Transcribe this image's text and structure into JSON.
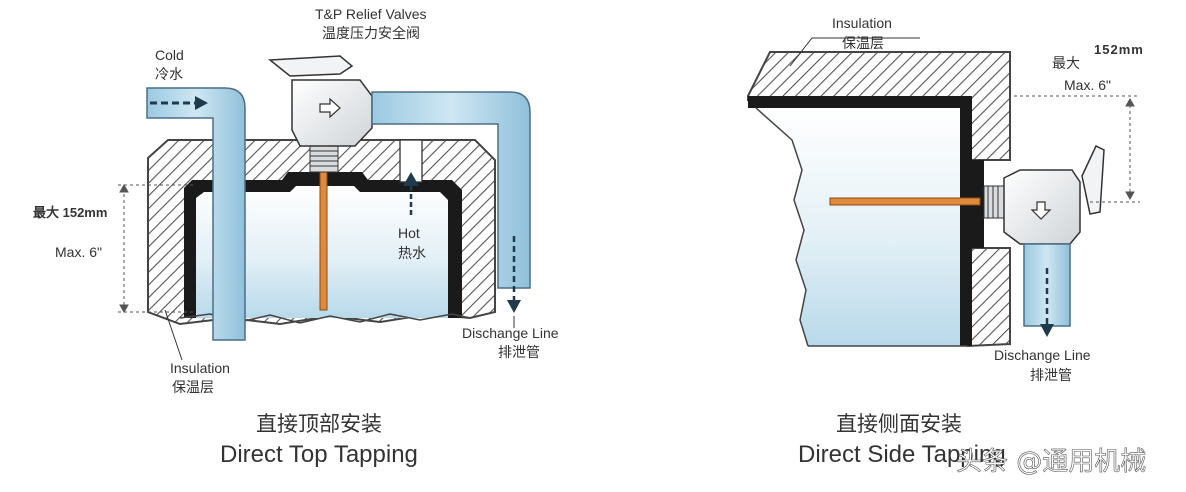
{
  "left_diagram": {
    "valve_label_en": "T&P Relief Valves",
    "valve_label_zh": "温度压力安全阀",
    "cold_en": "Cold",
    "cold_zh": "冷水",
    "hot_en": "Hot",
    "hot_zh": "热水",
    "max_zh": "最大 152mm",
    "max_en": "Max. 6\"",
    "insulation_en": "Insulation",
    "insulation_zh": "保温层",
    "discharge_en": "Dischange Line",
    "discharge_zh": "排泄管",
    "caption_zh": "直接顶部安装",
    "caption_en": "Direct Top Tapping"
  },
  "right_diagram": {
    "insulation_en": "Insulation",
    "insulation_zh": "保温层",
    "dim_mm": "152mm",
    "max_zh": "最大",
    "max_en": "Max. 6\"",
    "discharge_en": "Dischange Line",
    "discharge_zh": "排泄管",
    "caption_zh": "直接侧面安装",
    "caption_en": "Direct Side Tapping"
  },
  "watermark": "头条 @通用机械",
  "colors": {
    "water": "#c9e3ef",
    "pipe": "#a9d3e8",
    "pipe_stroke": "#4a6f86",
    "probe": "#e08a3c",
    "hatch": "#444444"
  }
}
